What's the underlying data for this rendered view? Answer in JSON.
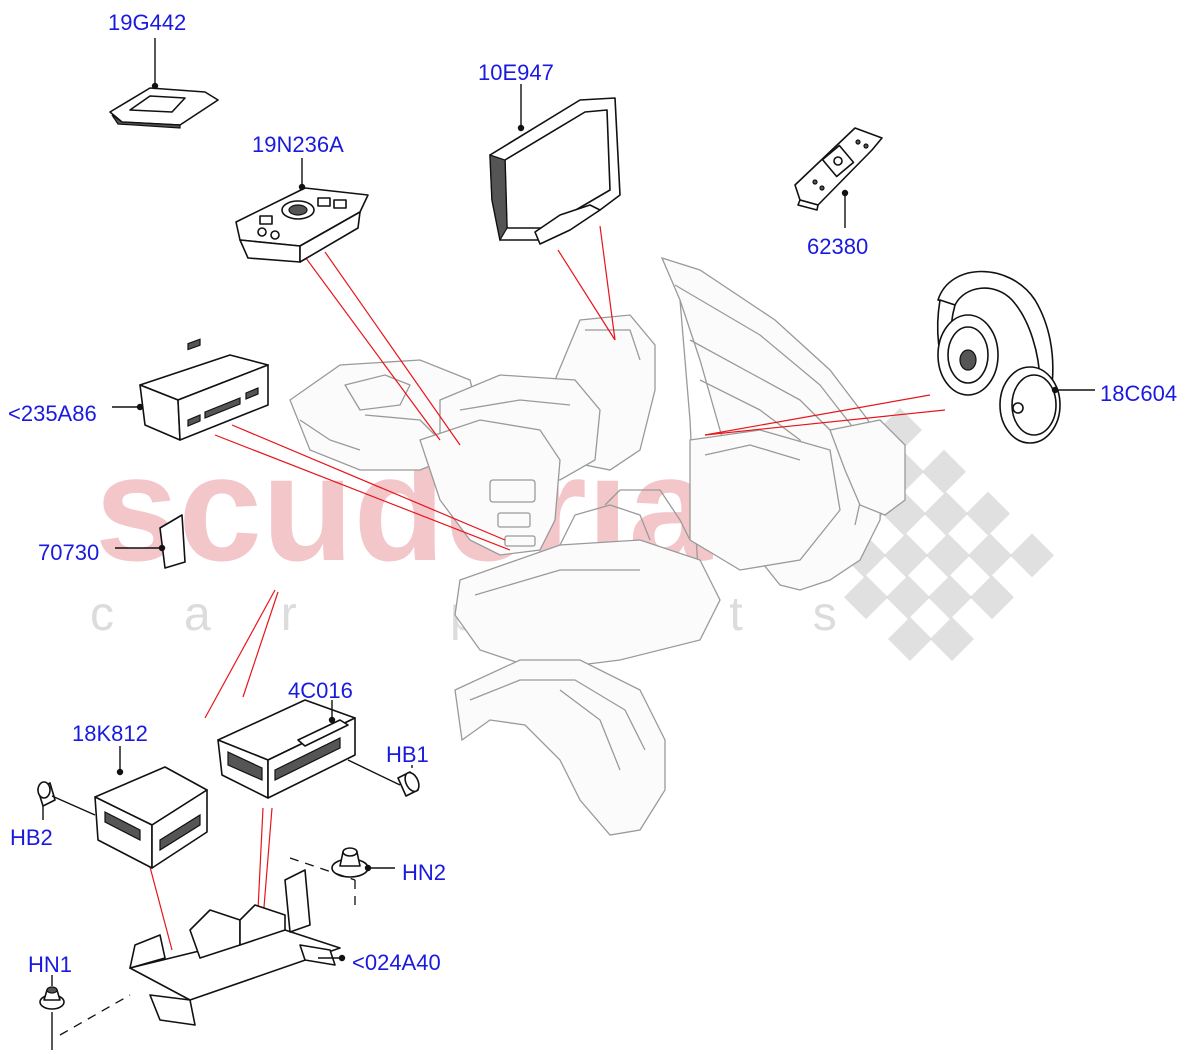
{
  "watermark": {
    "brand": "scuderia",
    "tagline": "car parts",
    "checker_color": "#d6d6d6",
    "brand_color": "#f3c6c9"
  },
  "colors": {
    "label": "#1a1adf",
    "callout_line": "#e8141a",
    "part_outline": "#111111",
    "vehicle_outline": "#9a9a9a"
  },
  "parts": [
    {
      "id": "19G442",
      "label": "19G442"
    },
    {
      "id": "19N236A",
      "label": "19N236A"
    },
    {
      "id": "10E947",
      "label": "10E947"
    },
    {
      "id": "62380",
      "label": "62380"
    },
    {
      "id": "18C604",
      "label": "18C604"
    },
    {
      "id": "235A86",
      "label": "<235A86"
    },
    {
      "id": "70730",
      "label": "70730"
    },
    {
      "id": "4C016",
      "label": "4C016"
    },
    {
      "id": "18K812",
      "label": "18K812"
    },
    {
      "id": "HB1",
      "label": "HB1"
    },
    {
      "id": "HB2",
      "label": "HB2"
    },
    {
      "id": "HN2",
      "label": "HN2"
    },
    {
      "id": "HN1",
      "label": "HN1"
    },
    {
      "id": "024A40",
      "label": "<024A40"
    }
  ]
}
